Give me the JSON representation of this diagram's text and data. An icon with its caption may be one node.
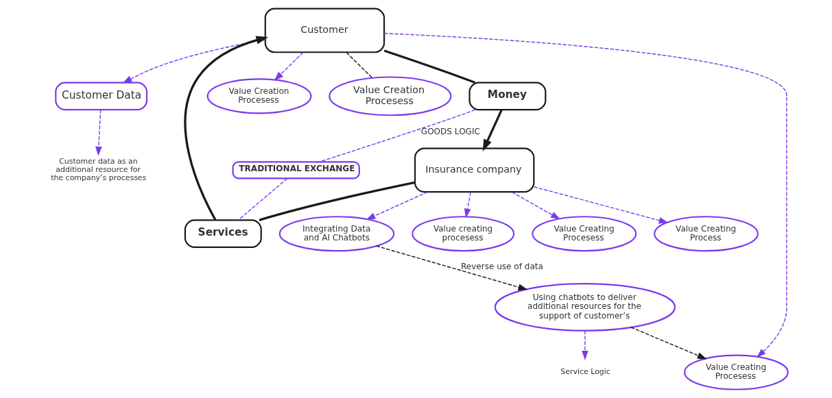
{
  "diagram": {
    "nodes": [
      {
        "text": [
          "Customer Data"
        ]
      },
      {
        "text": [
          "Value creating procesess"
        ]
      },
      {
        "text": [
          "Value Creating Procesess"
        ]
      },
      {
        "text": [
          "Money"
        ]
      },
      {
        "text": [
          "Value Creation Procesess"
        ]
      },
      {
        "text": [
          "Insurance company"
        ]
      },
      {
        "text": [
          "TRADITIONAL EXCHANGE"
        ]
      },
      {
        "text": [
          "Customer"
        ]
      },
      {
        "text": [
          "Value Creation Procesess"
        ]
      },
      {
        "text": [
          "Value Creating Process"
        ]
      },
      {
        "text": [
          "Value Creating Procesess"
        ]
      },
      {
        "text": [
          "Services"
        ]
      },
      {
        "text": [
          "Integrating Data and AI Chatbots"
        ]
      },
      {
        "text": [
          "Using chatbots to deliver additional resources for the support of customer’s"
        ]
      },
      {
        "text": [
          "Customer data as an additional resource for the company’s processes"
        ]
      },
      {
        "text": [
          "Service Logic"
        ]
      }
    ],
    "edges": [
      {
        "from": 3,
        "to": 5,
        "arrow": "to",
        "style": "thick",
        "color": "#1a1a1a"
      },
      {
        "from": 5,
        "to": 11,
        "arrow": "none",
        "style": "thick",
        "color": "#1a1a1a"
      },
      {
        "from": 11,
        "to": 7,
        "arrow": "to",
        "style": "thick",
        "color": "#1a1a1a"
      },
      {
        "from": 7,
        "to": 3,
        "arrow": "none",
        "style": "thick",
        "color": "#1a1a1a"
      },
      {
        "from": 5,
        "to": 1,
        "arrow": "to",
        "style": "dashed"
      },
      {
        "from": 5,
        "to": 2,
        "arrow": "to",
        "style": "dashed"
      },
      {
        "from": 5,
        "to": 9,
        "arrow": "to",
        "style": "dashed"
      },
      {
        "from": 5,
        "to": 12,
        "arrow": "to",
        "style": "dashed"
      },
      {
        "from": 7,
        "to": 0,
        "arrow": "to",
        "style": "dashed"
      },
      {
        "from": 7,
        "to": 4,
        "arrow": "to",
        "style": "dashed"
      },
      {
        "from": 7,
        "to": 8,
        "arrow": "none",
        "style": "dashed",
        "color": "#1a1a1a"
      },
      {
        "from": 7,
        "to": 10,
        "arrow": "to",
        "style": "dashed"
      },
      {
        "from": 0,
        "to": 14,
        "arrow": "to",
        "style": "dashed"
      },
      {
        "from": 3,
        "to": 6,
        "arrow": "none",
        "style": "dashed",
        "label": "GOODS LOGIC"
      },
      {
        "from": 6,
        "to": 11,
        "arrow": "none",
        "style": "dashed"
      },
      {
        "from": 12,
        "to": 13,
        "arrow": "to",
        "style": "dashed",
        "color": "#1a1a1a",
        "label": "Reverse use of data"
      },
      {
        "from": 13,
        "to": 15,
        "arrow": "to",
        "style": "dashed"
      },
      {
        "from": 13,
        "to": 10,
        "arrow": "to",
        "style": "dashed",
        "color": "#1a1a1a"
      }
    ]
  }
}
